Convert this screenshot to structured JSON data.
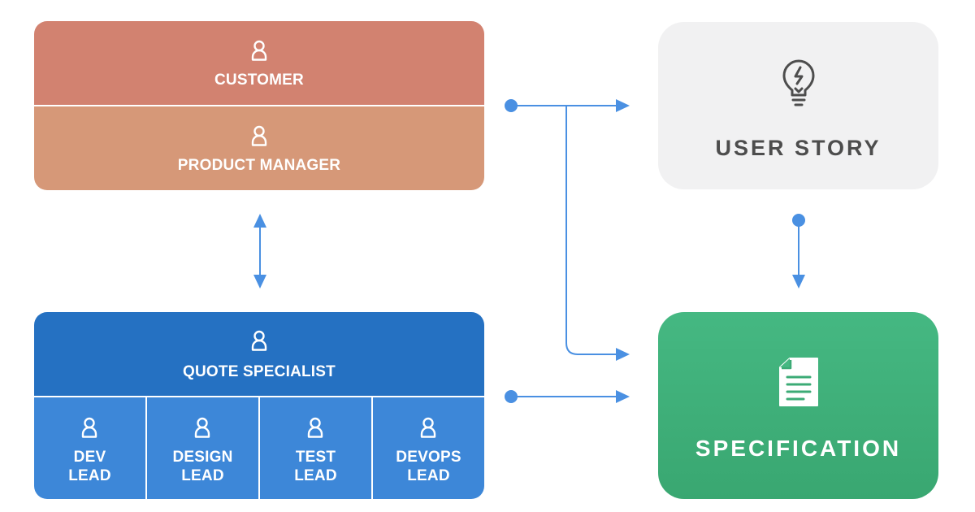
{
  "roles": {
    "customer": "CUSTOMER",
    "product_manager": "PRODUCT MANAGER",
    "quote_specialist": "QUOTE SPECIALIST",
    "leads": [
      {
        "line1": "DEV",
        "line2": "LEAD"
      },
      {
        "line1": "DESIGN",
        "line2": "LEAD"
      },
      {
        "line1": "TEST",
        "line2": "LEAD"
      },
      {
        "line1": "DEVOPS",
        "line2": "LEAD"
      }
    ]
  },
  "artifacts": {
    "user_story": "USER STORY",
    "specification": "SPECIFICATION"
  },
  "icons": {
    "person": "person-icon",
    "idea": "lightbulb-icon",
    "document": "document-icon"
  },
  "colors": {
    "customer": "#d28270",
    "product_manager": "#d69878",
    "quote_specialist": "#2571c2",
    "lead": "#3d87d8",
    "user_story_bg": "#f1f1f2",
    "specification_bg": "#40b07a",
    "connector": "#4a90e2",
    "user_story_text": "#4d4d4d"
  }
}
